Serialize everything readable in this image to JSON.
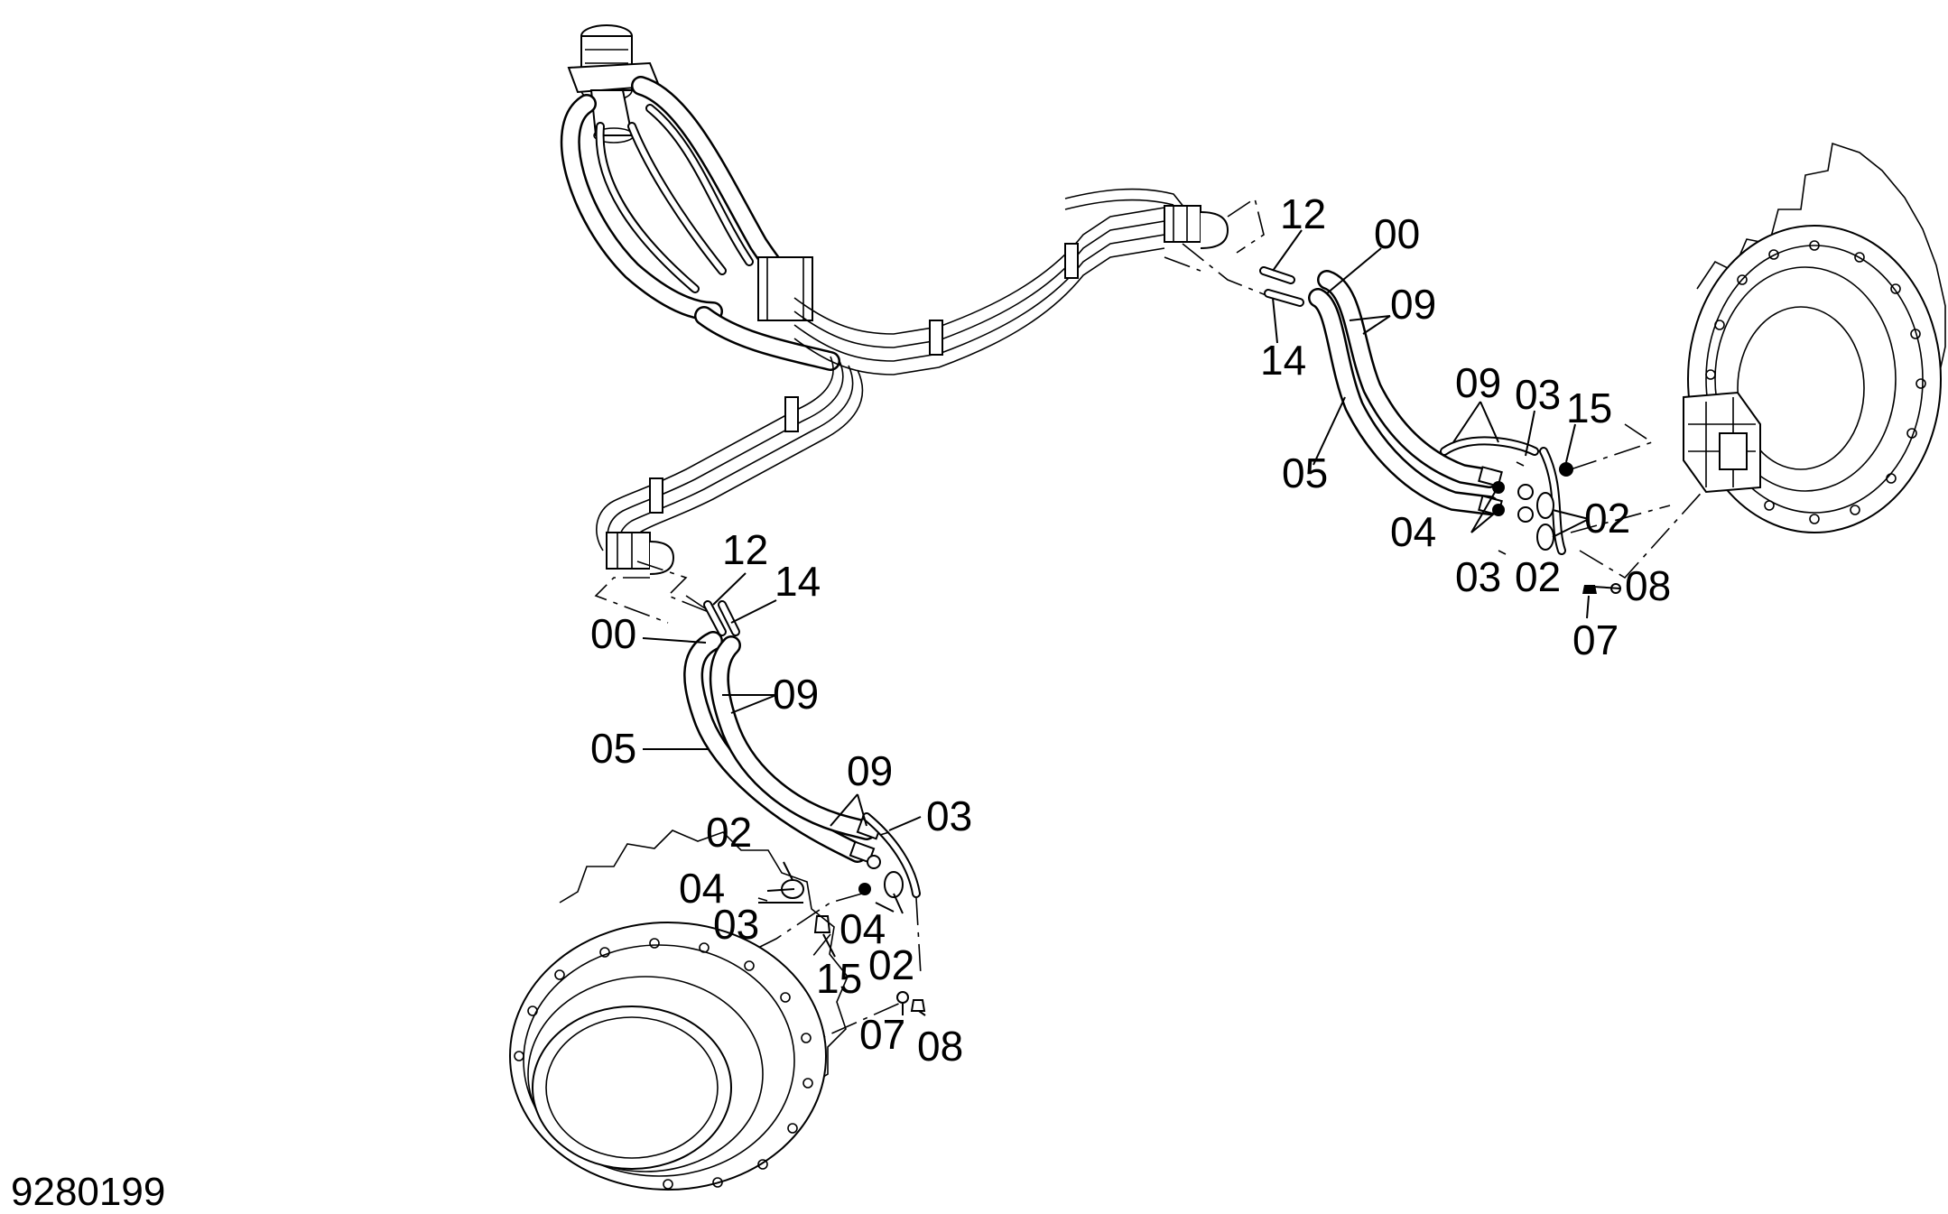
{
  "figure_number": "9280199",
  "callouts": {
    "c12_top": "12",
    "c00_top": "00",
    "c09_top": "09",
    "c14_top": "14",
    "c05_top": "05",
    "c09_top_b": "09",
    "c03_top": "03",
    "c15_top": "15",
    "c04_top": "04",
    "c02_top_a": "02",
    "c03_top_b": "03",
    "c02_top_b": "02",
    "c08_top": "08",
    "c07_top": "07",
    "c12_low": "12",
    "c14_low": "14",
    "c00_low": "00",
    "c09_low": "09",
    "c05_low": "05",
    "c09_low_b": "09",
    "c03_low": "03",
    "c02_low": "02",
    "c04_low": "04",
    "c03_low_b": "03",
    "c04_low_b": "04",
    "c02_low_b": "02",
    "c15_low": "15",
    "c07_low": "07",
    "c08_low": "08"
  }
}
